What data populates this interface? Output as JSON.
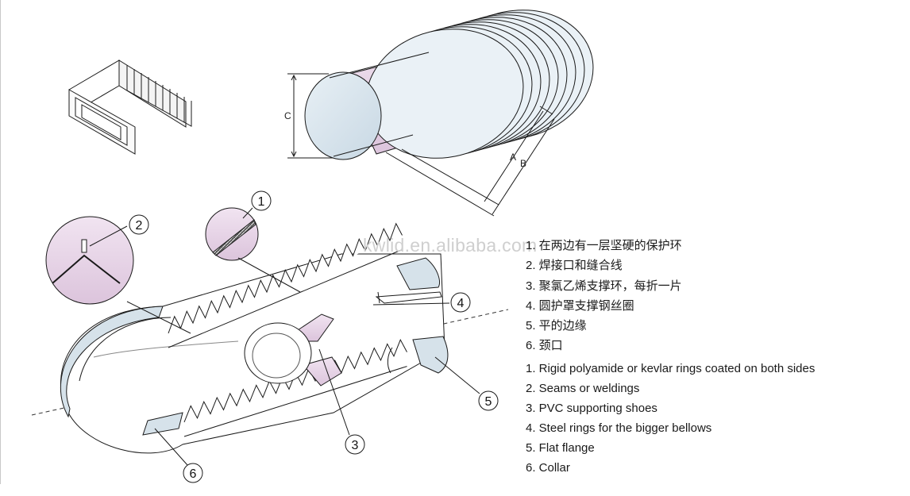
{
  "watermark": "kwlid.en.alibaba.com",
  "dimensions": {
    "a": "A",
    "b": "B",
    "c": "C"
  },
  "callouts": [
    "1",
    "2",
    "3",
    "4",
    "5",
    "6"
  ],
  "legend_cn": [
    "1. 在两边有一层坚硬的保护环",
    "2. 焊接口和缝合线",
    "3. 聚氯乙烯支撑环，每折一片",
    "4. 圆护罩支撑钢丝圈",
    "5. 平的边缘",
    "6. 颈口"
  ],
  "legend_en": [
    "1. Rigid polyamide or kevlar rings coated on both sides",
    "2. Seams or weldings",
    "3. PVC supporting shoes",
    "4. Steel rings for the bigger bellows",
    "5. Flat flange",
    "6. Collar"
  ],
  "colors": {
    "pink": "#e8d4e8",
    "blue": "#d6e2ea",
    "line": "#1a1a1a"
  }
}
